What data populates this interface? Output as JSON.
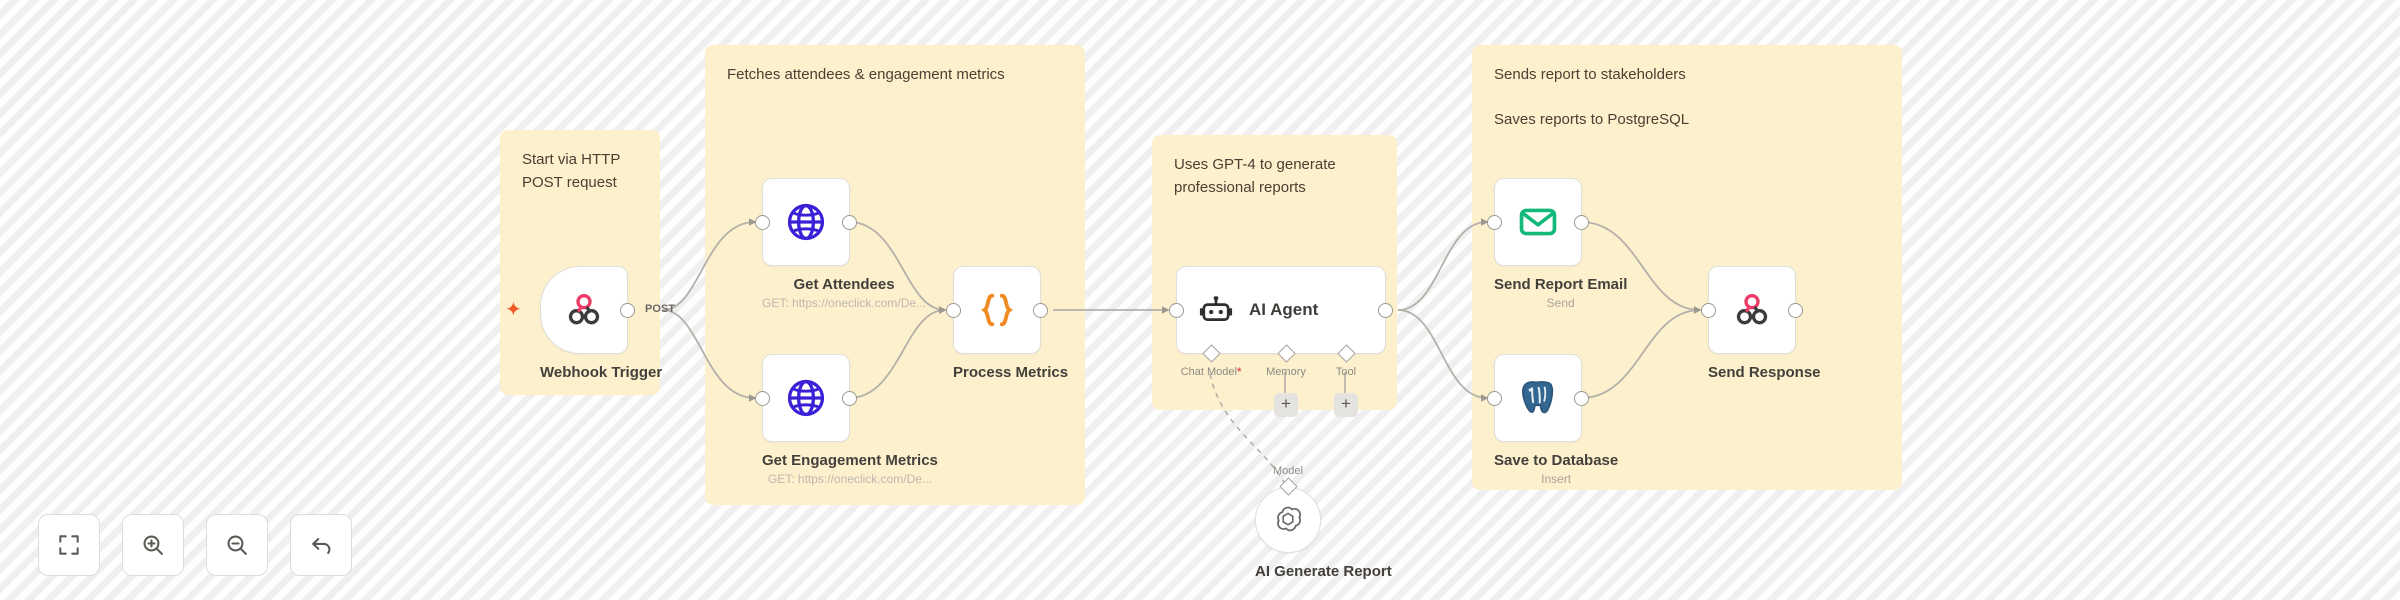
{
  "canvas": {
    "background": "#f7f7f7",
    "sticky_color": "#fdf0cd"
  },
  "sticky_notes": [
    {
      "id": "note-webhook",
      "text": "Start via HTTP\nPOST request"
    },
    {
      "id": "note-fetch",
      "text": "Fetches attendees & engagement metrics"
    },
    {
      "id": "note-agent",
      "text": "Uses GPT-4 to generate\nprofessional reports"
    },
    {
      "id": "note-deliver1",
      "text": "Sends report to stakeholders"
    },
    {
      "id": "note-deliver2",
      "text": "Saves reports to PostgreSQL"
    }
  ],
  "nodes": {
    "webhook_trigger": {
      "title": "Webhook Trigger",
      "icon": "n8n-webhook-icon",
      "output_label": "POST"
    },
    "get_attendees": {
      "title": "Get Attendees",
      "subtitle": "GET: https://oneclick.com/De...",
      "icon": "globe-icon"
    },
    "get_engagement_metrics": {
      "title": "Get Engagement Metrics",
      "subtitle": "GET: https://oneclick.com/De...",
      "icon": "globe-icon"
    },
    "process_metrics": {
      "title": "Process Metrics",
      "icon": "code-braces-icon"
    },
    "ai_agent": {
      "title": "AI Agent",
      "icon": "robot-icon",
      "subports": [
        {
          "label": "Chat Model",
          "required": true,
          "has_add": false
        },
        {
          "label": "Memory",
          "required": false,
          "has_add": true,
          "add_label": "+"
        },
        {
          "label": "Tool",
          "required": false,
          "has_add": true,
          "add_label": "+"
        }
      ]
    },
    "ai_generate_report": {
      "title": "AI Generate Report",
      "icon": "openai-icon",
      "connector_label": "Model"
    },
    "send_report_email": {
      "title": "Send Report Email",
      "subtitle": "Send",
      "icon": "envelope-icon",
      "accent": "#13b97a"
    },
    "save_to_database": {
      "title": "Save to Database",
      "subtitle": "Insert",
      "icon": "postgresql-icon"
    },
    "send_response": {
      "title": "Send Response",
      "icon": "n8n-webhook-icon"
    }
  },
  "toolbar": {
    "buttons": [
      {
        "name": "fit-to-view-button",
        "icon": "fit-screen-icon"
      },
      {
        "name": "zoom-in-button",
        "icon": "zoom-in-icon"
      },
      {
        "name": "zoom-out-button",
        "icon": "zoom-out-icon"
      },
      {
        "name": "reset-zoom-button",
        "icon": "undo-arrow-icon"
      }
    ]
  }
}
